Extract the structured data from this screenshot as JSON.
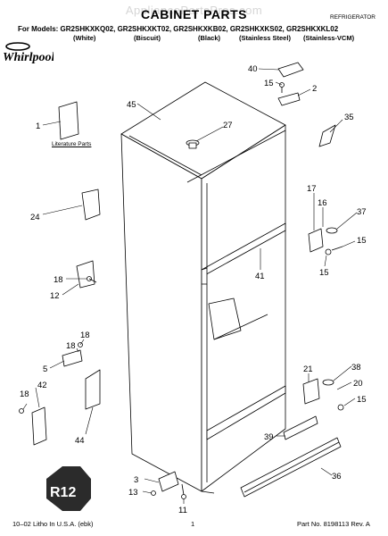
{
  "watermark": "AppliancePartsPros.com",
  "title": "CABINET PARTS",
  "category": "REFRIGERATOR",
  "models_line": "For Models: GR2SHKXKQ02, GR2SHKXKT02, GR2SHKXKB02, GR2SHKXKS02, GR2SHKXKL02",
  "colors": [
    "(White)",
    "(Biscuit)",
    "(Black)",
    "(Stainless Steel)",
    "(Stainless-VCM)"
  ],
  "brand": "Whirlpool",
  "literature_label": "Literature Parts",
  "badge": "R12",
  "footer": {
    "left": "10–02 Litho In U.S.A. (ebk)",
    "page": "1",
    "part_no": "Part No. 8198113 Rev. A"
  },
  "callouts": {
    "c40": "40",
    "c15a": "15",
    "c2": "2",
    "c45": "45",
    "c27": "27",
    "c35": "35",
    "c1": "1",
    "c17": "17",
    "c16": "16",
    "c37": "37",
    "c15b": "15",
    "c15c": "15",
    "c24": "24",
    "c41": "41",
    "c18a": "18",
    "c12": "12",
    "c18b": "18",
    "c18c": "18",
    "c5": "5",
    "c42": "42",
    "c18d": "18",
    "c44": "44",
    "c21": "21",
    "c38": "38",
    "c20": "20",
    "c15d": "15",
    "c39": "39",
    "c36": "36",
    "c3": "3",
    "c13": "13",
    "c11": "11"
  },
  "colors_palette": {
    "line": "#000000",
    "watermark": "#d6d6d6",
    "badge_fill": "#2b2b2b"
  }
}
